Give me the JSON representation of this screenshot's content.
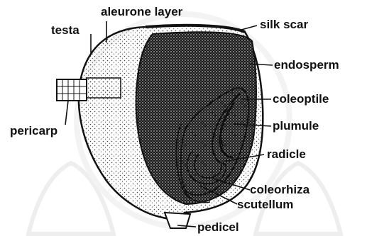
{
  "diagram": {
    "labels": {
      "aleurone_layer": "aleurone layer",
      "testa": "testa",
      "silk_scar": "silk scar",
      "endosperm": "endosperm",
      "coleoptile": "coleoptile",
      "plumule": "plumule",
      "pericarp": "pericarp",
      "radicle": "radicle",
      "coleorhiza": "coleorhiza",
      "scutellum": "scutellum",
      "pedicel": "pedicel"
    },
    "colors": {
      "ink": "#111111",
      "watermark": "#e3e3e3",
      "stipple": "#555555"
    }
  }
}
